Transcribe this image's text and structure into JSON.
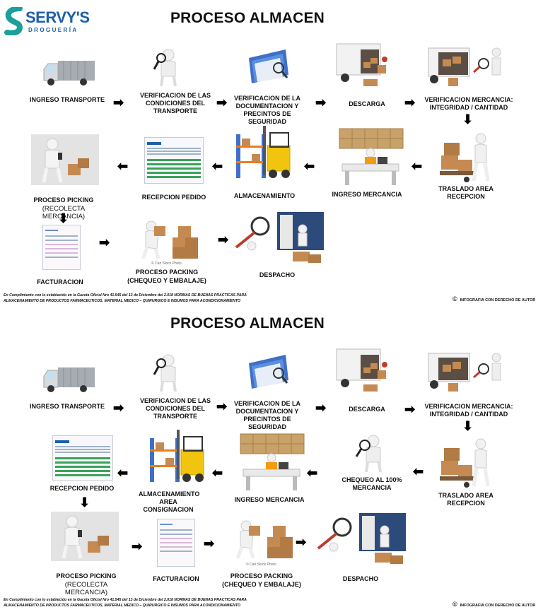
{
  "logo": {
    "brand": "SERVY'S",
    "sub": "DROGUERÍA",
    "colors": {
      "blue": "#1c5fa8",
      "teal": "#1a9f9a"
    }
  },
  "top": {
    "title": "PROCESO ALMACEN",
    "steps": {
      "ingreso_transporte": "INGRESO TRANSPORTE",
      "verificacion_condiciones": "VERIFICACION DE LAS CONDICIONES DEL TRANSPORTE",
      "verificacion_documentacion": "VERIFICACION DE LA DOCUMENTACION Y PRECINTOS DE SEGURIDAD",
      "descarga": "DESCARGA",
      "verificacion_mercancia": "VERIFICACION MERCANCIA: INTEGRIDAD / CANTIDAD",
      "traslado_area": "TRASLADO AREA RECEPCION",
      "ingreso_mercancia": "INGRESO MERCANCIA",
      "almacenamiento": "ALMACENAMIENTO",
      "recepcion_pedido": "RECEPCION PEDIDO",
      "proceso_picking": "PROCESO PICKING",
      "proceso_picking_sub": "(RECOLECTA MERCANCIA)",
      "facturacion": "FACTURACION",
      "proceso_packing": "PROCESO PACKING",
      "proceso_packing_sub": "(CHEQUEO Y EMBALAJE)",
      "despacho": "DESPACHO"
    },
    "watermark": "© Can Stock Photo"
  },
  "bottom": {
    "title": "PROCESO ALMACEN",
    "steps": {
      "ingreso_transporte": "INGRESO TRANSPORTE",
      "verificacion_condiciones": "VERIFICACION DE LAS CONDICIONES DEL TRANSPORTE",
      "verificacion_documentacion": "VERIFICACION DE LA DOCUMENTACION Y PRECINTOS DE SEGURIDAD",
      "descarga": "DESCARGA",
      "verificacion_mercancia": "VERIFICACION MERCANCIA: INTEGRIDAD / CANTIDAD",
      "traslado_area": "TRASLADO AREA RECEPCION",
      "chequeo": "CHEQUEO AL 100% MERCANCIA",
      "ingreso_mercancia": "INGRESO MERCANCIA",
      "almacenamiento": "ALMACENAMIENTO AREA CONSIGNACION",
      "recepcion_pedido": "RECEPCION PEDIDO",
      "proceso_picking": "PROCESO PICKING",
      "proceso_picking_sub": "(RECOLECTA MERCANCIA)",
      "facturacion": "FACTURACION",
      "proceso_packing": "PROCESO PACKING",
      "proceso_packing_sub": "(CHEQUEO Y EMBALAJE)",
      "despacho": "DESPACHO"
    },
    "watermark": "© Can Stock Photo"
  },
  "footer": {
    "line1": "En Cumplimiento con lo establecido en la Gaceta Oficial Nro 41.545 del 13 de Diciembre del 2.018 NORMAS DE BUENAS PRACTICAS PARA",
    "line2": "ALMACENAMIENTO DE PRODUCTOS FARMACEUTICOS, MATERIAL MEDICO – QUIRURGICO E INSUMOS PARA ACONDICIONAMIENTO",
    "copyright_symbol": "©",
    "copyright": "INFOGRAFIA CON DERECHO DE AUTOR"
  },
  "arrows": {
    "right": "➡",
    "left": "⬅",
    "down": "⬇"
  }
}
